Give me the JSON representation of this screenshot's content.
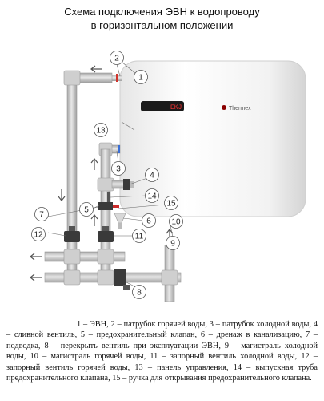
{
  "title": {
    "line1": "Схема подключения ЭВН к водопроводу",
    "line2": "в горизонтальном положении"
  },
  "heater": {
    "brand": "Thermex",
    "panel_display": "EKJ"
  },
  "callouts": [
    {
      "id": "c1",
      "label": "1"
    },
    {
      "id": "c2",
      "label": "2"
    },
    {
      "id": "c3",
      "label": "3"
    },
    {
      "id": "c4",
      "label": "4"
    },
    {
      "id": "c5",
      "label": "5"
    },
    {
      "id": "c6",
      "label": "6"
    },
    {
      "id": "c7",
      "label": "7"
    },
    {
      "id": "c8",
      "label": "8"
    },
    {
      "id": "c9",
      "label": "9"
    },
    {
      "id": "c10",
      "label": "10"
    },
    {
      "id": "c11",
      "label": "11"
    },
    {
      "id": "c12",
      "label": "12"
    },
    {
      "id": "c13",
      "label": "13"
    },
    {
      "id": "c14",
      "label": "14"
    },
    {
      "id": "c15",
      "label": "15"
    }
  ],
  "legend_text": "1 – ЭВН, 2 – патрубок горячей воды, 3 – патрубок холодной воды, 4 – сливной вентиль, 5 – предохранительный клапан, 6 – дренаж в канализацию, 7 – подводка, 8 – перекрыть вентиль при эксплуатации ЭВН, 9 – магистраль холодной воды, 10 – магистраль горячей воды, 11 – запорный вентиль холодной воды, 12 – запорный вентиль горячей воды, 13 – панель управления, 14 – выпускная труба предохранительного клапана, 15 – ручка для открывания предохранительного клапана.",
  "colors": {
    "pipe": "#c9c9c9",
    "pipe_edge": "#9a9a9a",
    "tank": "#f4f4f4",
    "valve": "#3a3a3a",
    "hot_band": "#d0342c",
    "cold_band": "#3b6fd6",
    "panel": "#1a1a1a"
  }
}
